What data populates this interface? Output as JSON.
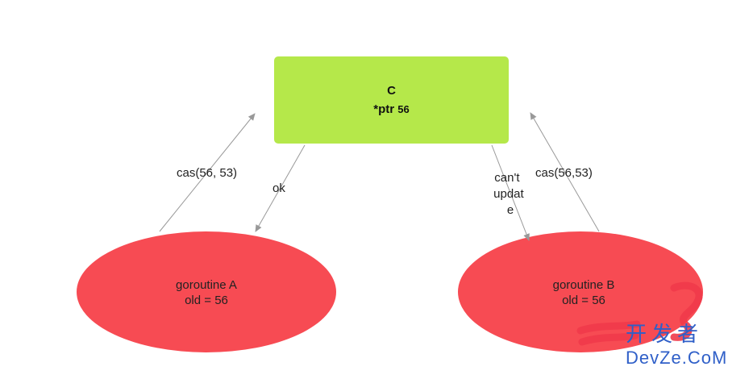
{
  "diagram": {
    "box": {
      "title": "C",
      "line2_prefix": "*ptr ",
      "line2_value": "56",
      "fill": "#b5e84a"
    },
    "nodes": {
      "a": {
        "name": "goroutine A",
        "detail": "old = 56",
        "fill": "#f74b53"
      },
      "b": {
        "name": "goroutine B",
        "detail": "old = 56",
        "fill": "#f74b53"
      }
    },
    "edges": {
      "a_to_c": "cas(56, 53)",
      "c_to_a": "ok",
      "c_to_b": [
        "can't",
        "updat",
        "e"
      ],
      "b_to_c": "cas(56,53)"
    },
    "arrow_color": "#999999"
  },
  "watermark": {
    "chinese": "开发者",
    "english": "DevZe.CoM",
    "color": "#2f5fc8"
  }
}
